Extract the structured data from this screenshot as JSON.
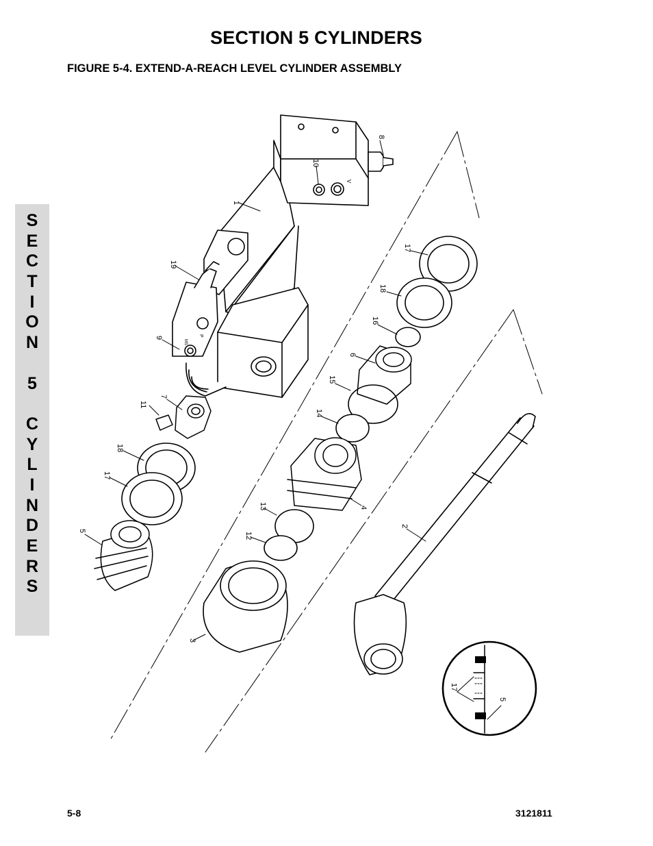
{
  "header": {
    "section_title": "SECTION 5  CYLINDERS",
    "figure_title": "FIGURE 5-4.    EXTEND-A-REACH LEVEL CYLINDER ASSEMBLY"
  },
  "side_tab": {
    "letters": [
      "S",
      "E",
      "C",
      "T",
      "I",
      "O",
      "N",
      "",
      "5",
      "",
      "C",
      "Y",
      "L",
      "I",
      "N",
      "D",
      "E",
      "R",
      "S"
    ],
    "background": "#d9d9d9"
  },
  "figure": {
    "callouts": [
      "1",
      "2",
      "3",
      "4",
      "5",
      "6",
      "7",
      "8",
      "9",
      "10",
      "11",
      "12",
      "13",
      "14",
      "15",
      "16",
      "17",
      "18",
      "19"
    ],
    "detail_callouts": [
      "17",
      "5"
    ],
    "port_marks": [
      "P",
      "V",
      "MS"
    ]
  },
  "footer": {
    "page_number": "5-8",
    "document_number": "3121811"
  }
}
